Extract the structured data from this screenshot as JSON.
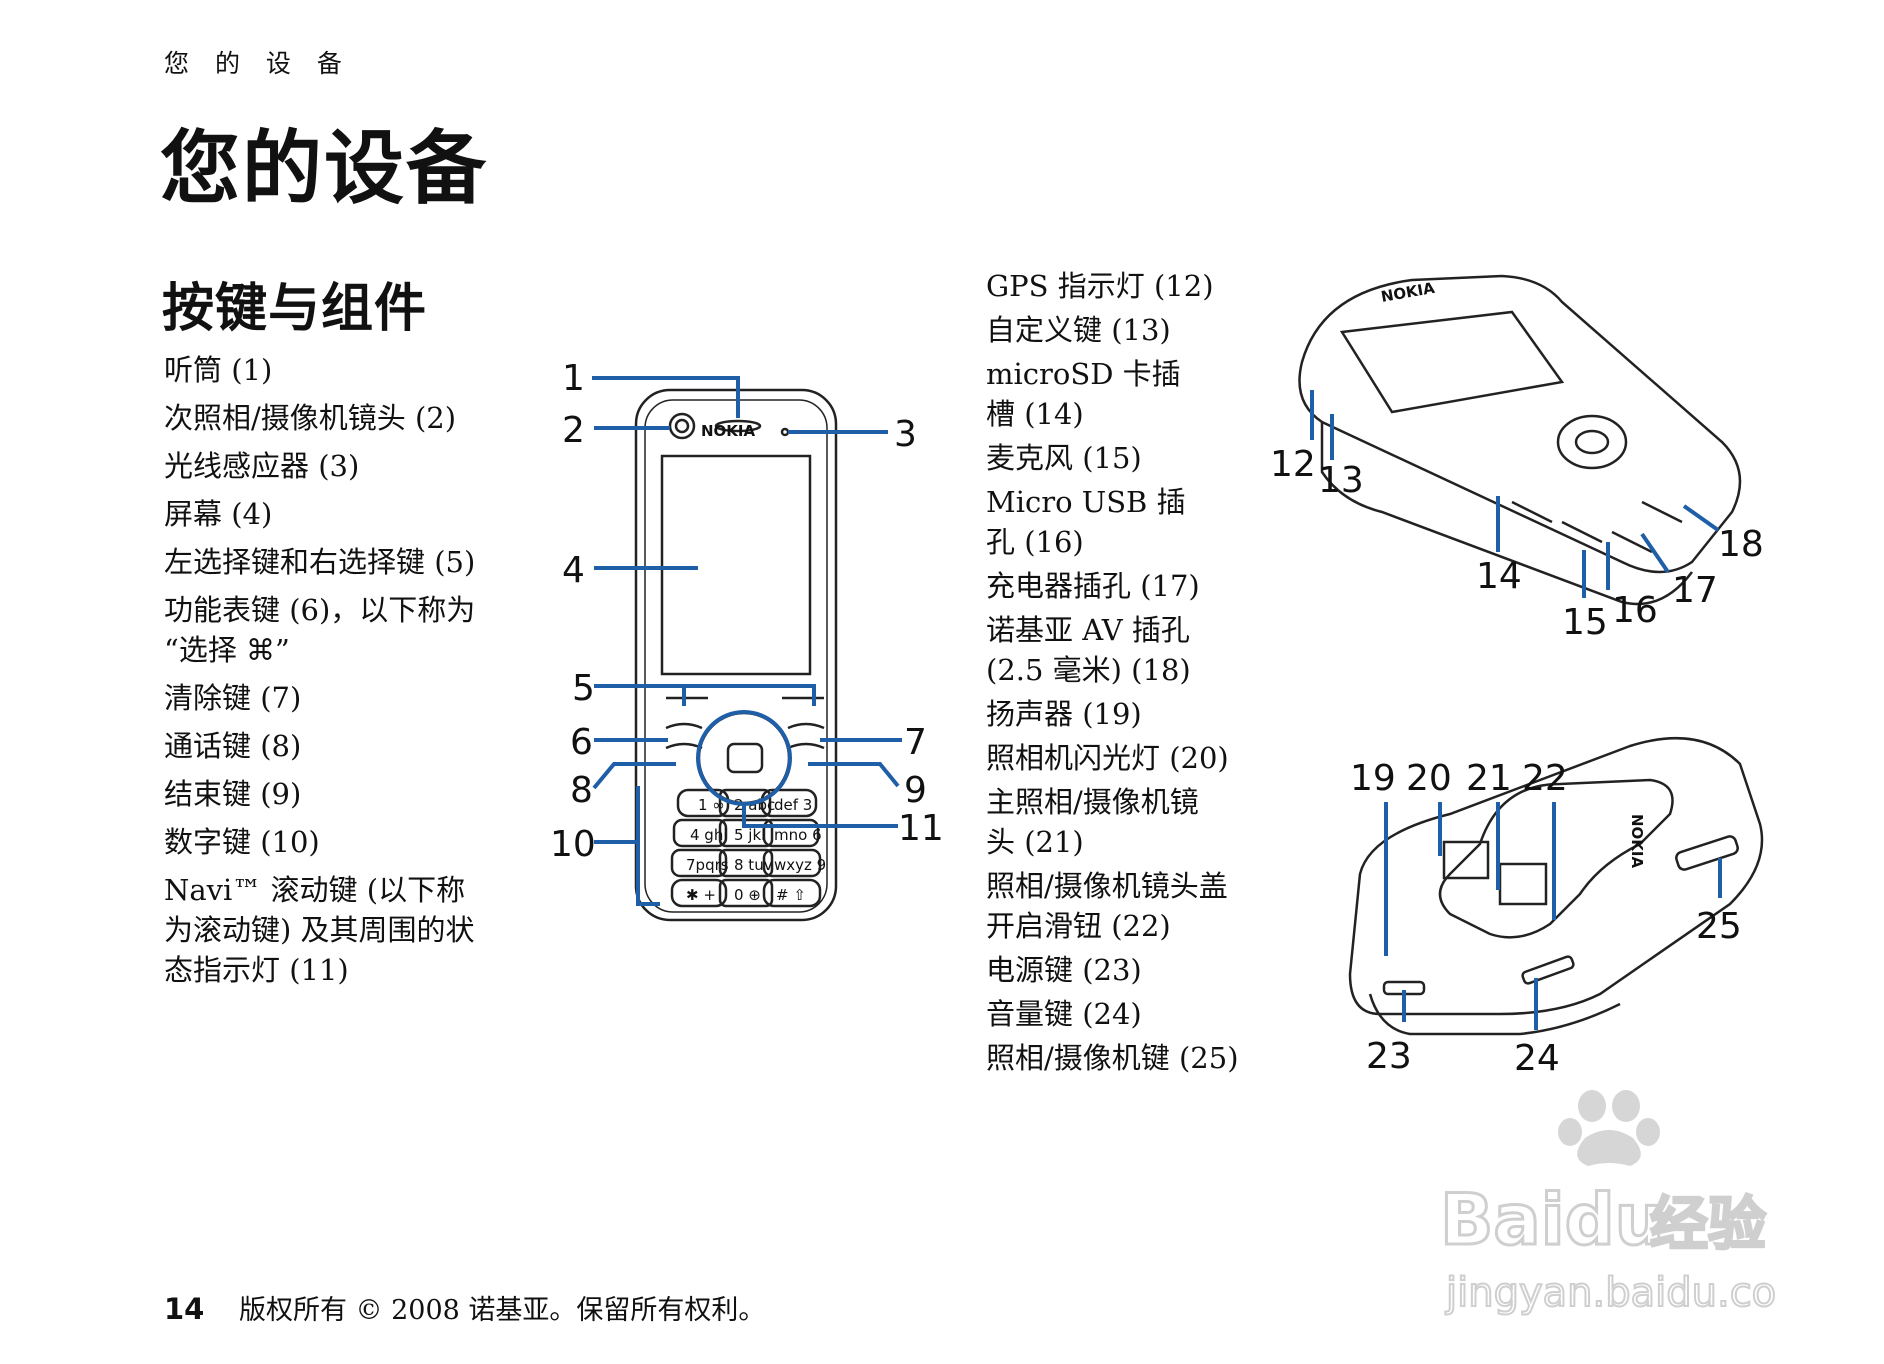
{
  "header": {
    "running_title": "您 的 设 备"
  },
  "page_title": "您的设备",
  "section_title": "按键与组件",
  "parts_left": [
    "听筒 (1)",
    "次照相/摄像机镜头 (2)",
    "光线感应器 (3)",
    "屏幕 (4)",
    "左选择键和右选择键 (5)",
    "功能表键 (6)，以下称为\n“选择 ⌘”",
    "清除键 (7)",
    "通话键 (8)",
    "结束键 (9)",
    "数字键 (10)",
    "Navi™ 滚动键 (以下称\n为滚动键) 及其周围的状\n态指示灯 (11)"
  ],
  "parts_right": [
    "GPS 指示灯 (12)",
    "自定义键 (13)",
    "microSD 卡插\n槽  (14)",
    "麦克风 (15)",
    "Micro USB 插\n孔  (16)",
    "充电器插孔 (17)",
    "诺基亚 AV 插孔\n(2.5 毫米) (18)",
    "扬声器 (19)",
    "照相机闪光灯 (20)",
    "主照相/摄像机镜\n头  (21)",
    "照相/摄像机镜头盖\n开启滑钮 (22)",
    "电源键 (23)",
    "音量键 (24)",
    "照相/摄像机键 (25)"
  ],
  "front_figure": {
    "brand": "NOKIA",
    "callouts": [
      "1",
      "2",
      "3",
      "4",
      "5",
      "6",
      "7",
      "8",
      "9",
      "10",
      "11"
    ],
    "keys": [
      "1 ∞",
      "2 abc",
      "def 3",
      "4 ghi",
      "5 jkl",
      "mno 6",
      "7pqrs",
      "8 tuv",
      "wxyz 9",
      "✱ +",
      "0 ⊕",
      "# ⇧"
    ]
  },
  "side_figure": {
    "brand": "NOKIA",
    "callouts": [
      "12",
      "13",
      "14",
      "15",
      "16",
      "17",
      "18"
    ]
  },
  "back_figure": {
    "brand": "NOKIA",
    "callouts": [
      "19",
      "20",
      "21",
      "22",
      "23",
      "24",
      "25"
    ]
  },
  "footer": {
    "page_number": "14",
    "copyright": "版权所有 © 2008 诺基亚。保留所有权利。"
  },
  "watermark": {
    "brand": "Baidu",
    "suffix": "经验",
    "url": "jingyan.baidu.com"
  },
  "colors": {
    "callout_line": "#1f5fa8",
    "text": "#111111",
    "watermark": "#d4d4d4"
  }
}
